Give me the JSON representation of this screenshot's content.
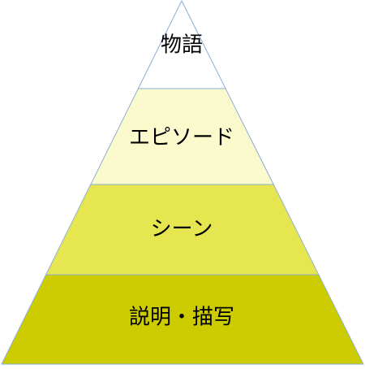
{
  "diagram": {
    "layers": [
      {
        "label": "物語",
        "fill": "#ffffff"
      },
      {
        "label": "エピソード",
        "fill": "#fafacc"
      },
      {
        "label": "シーン",
        "fill": "#e6e650"
      },
      {
        "label": "説明・描写",
        "fill": "#cccc00"
      }
    ],
    "stroke_color": "#8caed6"
  }
}
